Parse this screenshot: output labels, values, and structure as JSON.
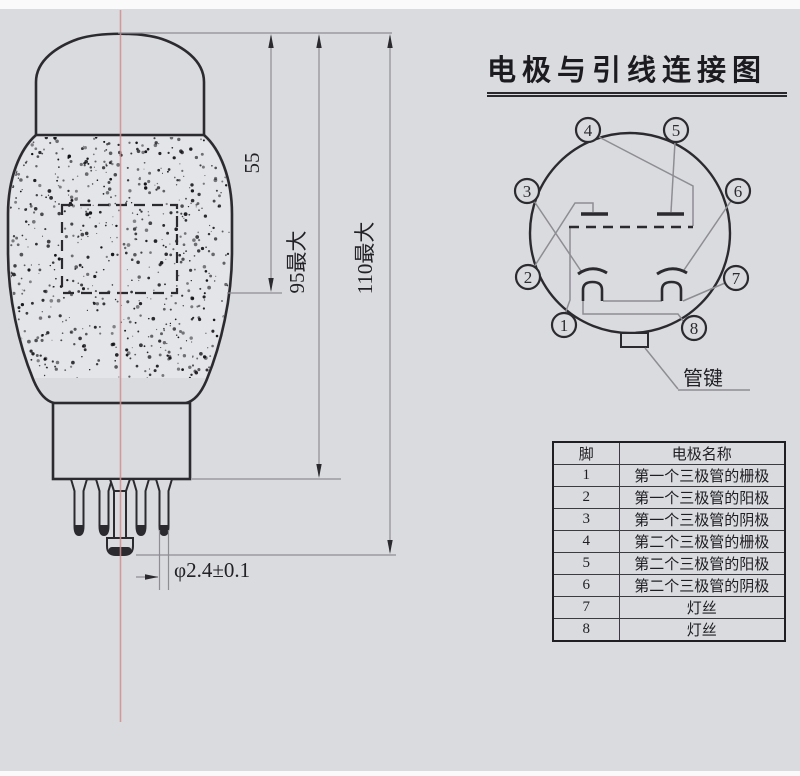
{
  "title": "电极与引线连接图",
  "tube_drawing": {
    "dim_top_55": "55",
    "dim_mid_95": "95最大",
    "dim_full_110": "110最大",
    "dim_pin_diameter": "φ2.4±0.1"
  },
  "pin_diagram": {
    "pins": [
      "1",
      "2",
      "3",
      "4",
      "5",
      "6",
      "7",
      "8"
    ],
    "key_label": "管键"
  },
  "pin_table": {
    "headers": [
      "脚",
      "电极名称"
    ],
    "rows": [
      [
        "1",
        "第一个三极管的栅极"
      ],
      [
        "2",
        "第一个三极管的阳极"
      ],
      [
        "3",
        "第一个三极管的阴极"
      ],
      [
        "4",
        "第二个三极管的栅极"
      ],
      [
        "5",
        "第二个三极管的阳极"
      ],
      [
        "6",
        "第二个三极管的阴极"
      ],
      [
        "7",
        "灯丝"
      ],
      [
        "8",
        "灯丝"
      ]
    ]
  },
  "colors": {
    "background": "#dadbdf",
    "line_dark": "#2b2b2f",
    "line_light": "#8d8d93",
    "centerline_red": "#cf8f8f",
    "bulb_fill": "#e4e5e9"
  }
}
